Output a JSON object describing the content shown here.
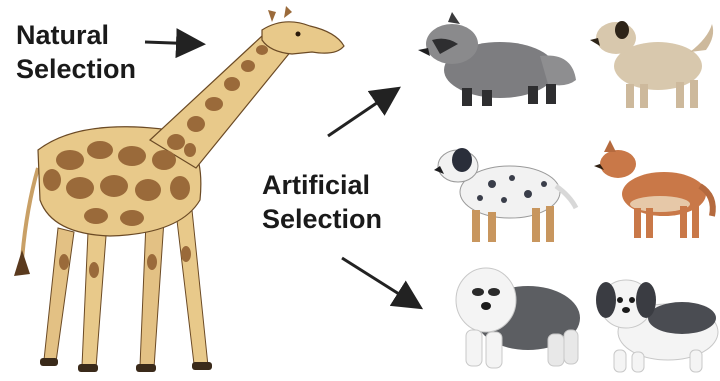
{
  "labels": {
    "natural_line1": "Natural",
    "natural_line2": "Selection",
    "artificial_line1": "Artificial",
    "artificial_line2": "Selection"
  },
  "colors": {
    "text": "#1a1a1a",
    "giraffe_base": "#e8c98a",
    "giraffe_spot": "#9a6a3a",
    "arrow": "#222222"
  },
  "illustrations": [
    "giraffe-illustration",
    "raccoon-dog-illustration",
    "tan-dog-illustration",
    "spotted-hound-illustration",
    "dingo-illustration",
    "sheepdog-illustration",
    "shih-tzu-illustration"
  ]
}
